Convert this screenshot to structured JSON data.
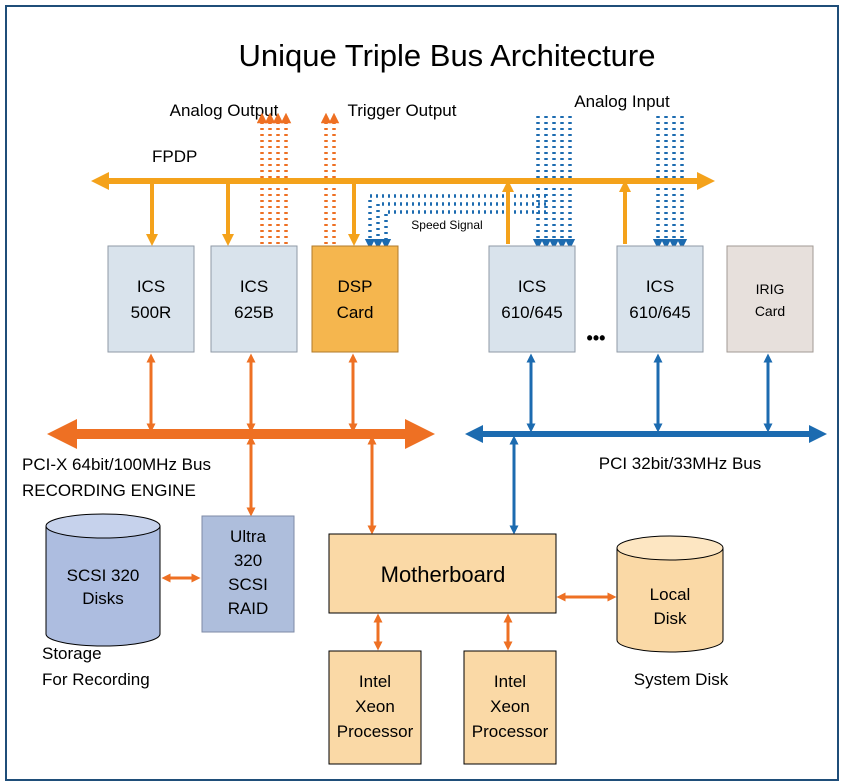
{
  "title": "Unique Triple Bus Architecture",
  "labels": {
    "analog_output": "Analog Output",
    "trigger_output": "Trigger Output",
    "analog_input": "Analog Input",
    "fpdp": "FPDP",
    "speed_signal": "Speed Signal",
    "pcix_bus_line1": "PCI-X 64bit/100MHz Bus",
    "pcix_bus_line2": "RECORDING ENGINE",
    "pci_bus": "PCI 32bit/33MHz Bus",
    "storage_line1": "Storage",
    "storage_line2": "For Recording",
    "system_disk": "System Disk",
    "ellipsis": "•••"
  },
  "cards": {
    "ics500r": [
      "ICS",
      "500R"
    ],
    "ics625b": [
      "ICS",
      "625B"
    ],
    "dsp": [
      "DSP",
      "Card"
    ],
    "ics610_a": [
      "ICS",
      "610/645"
    ],
    "ics610_b": [
      "ICS",
      "610/645"
    ],
    "irig": [
      "IRIG",
      "Card"
    ]
  },
  "components": {
    "scsi_disks": [
      "SCSI 320",
      "Disks"
    ],
    "raid": [
      "Ultra",
      "320",
      "SCSI",
      "RAID"
    ],
    "motherboard": "Motherboard",
    "cpu1": [
      "Intel",
      "Xeon",
      "Processor"
    ],
    "cpu2": [
      "Intel",
      "Xeon",
      "Processor"
    ],
    "local_disk": [
      "Local",
      "Disk"
    ]
  },
  "colors": {
    "border": "#1f4e79",
    "fpdp_bus": "#f4a21b",
    "orange_bus": "#ee7023",
    "blue_bus": "#1c6bb0",
    "card_fill": "#d9e3ec",
    "dsp_fill": "#f5b64e",
    "irig_fill": "#e7e0dc",
    "peach_fill": "#fad9a6",
    "disk_blue": "#adbde0",
    "raid_fill": "#aebedc"
  }
}
